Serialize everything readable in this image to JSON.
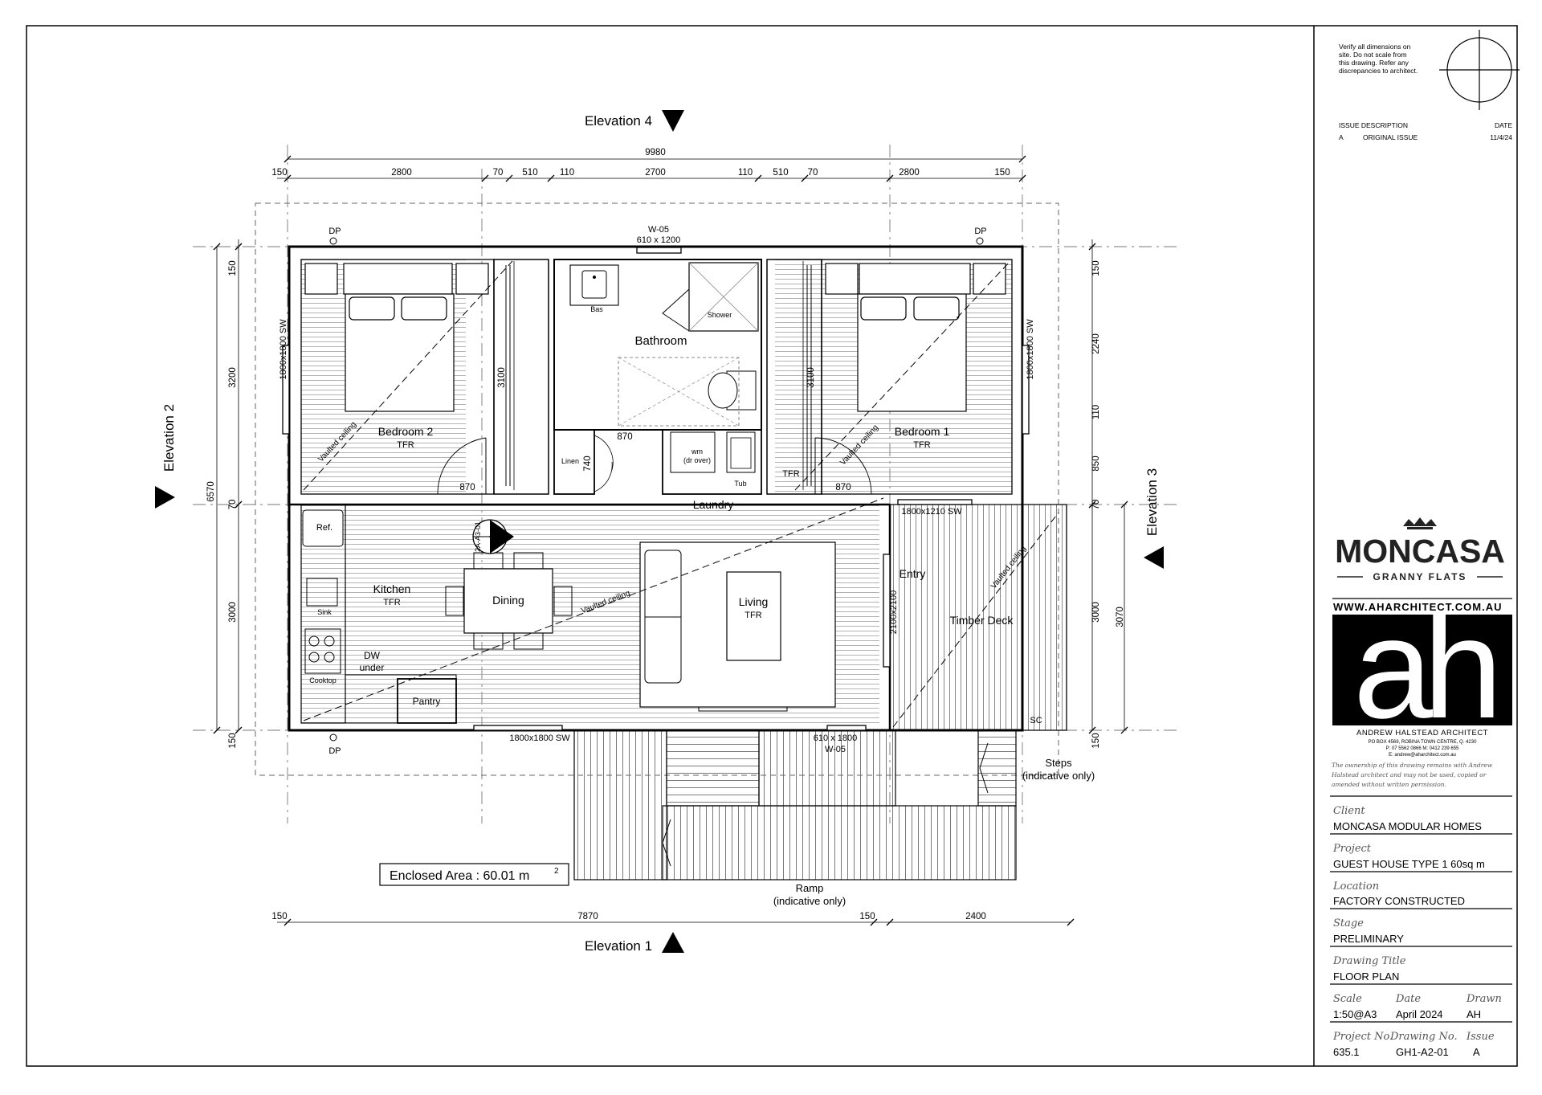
{
  "notes": {
    "verify": [
      "Verify all dimensions on",
      "site. Do not scale from",
      "this drawing. Refer any",
      "discrepancies to architect."
    ]
  },
  "issue": {
    "header_desc": "ISSUE DESCRIPTION",
    "header_date": "DATE",
    "rev": "A",
    "desc": "ORIGINAL ISSUE",
    "date": "11/4/24"
  },
  "brand": {
    "name": "MONCASA",
    "sub": "GRANNY FLATS",
    "web": "WWW.AHARCHITECT.COM.AU",
    "logo": "ah",
    "firm": "ANDREW HALSTEAD ARCHITECT",
    "address": "PO BOX 4569, ROBINA TOWN CENTRE, Q. 4230",
    "phone": "P: 07 5562 0866   M: 0412 239 655",
    "email": "E: andrew@aharchitect.com.au",
    "copyright": [
      "The ownership of this drawing remains with Andrew",
      "Halstead architect and may not be used, copied or",
      "amended without written permission."
    ]
  },
  "titleblock": {
    "client_label": "Client",
    "client": "MONCASA MODULAR HOMES",
    "project_label": "Project",
    "project": "GUEST HOUSE TYPE 1 60sq m",
    "location_label": "Location",
    "location": "FACTORY CONSTRUCTED",
    "stage_label": "Stage",
    "stage": "PRELIMINARY",
    "title_label": "Drawing Title",
    "title": "FLOOR PLAN",
    "scale_label": "Scale",
    "date_label": "Date",
    "drawn_label": "Drawn",
    "scale": "1:50@A3",
    "date": "April 2024",
    "drawn": "AH",
    "projno_label": "Project No.",
    "drawno_label": "Drawing No.",
    "issue_label": "Issue",
    "projno": "635.1",
    "drawno": "GH1-A2-01",
    "issue": "A"
  },
  "elevations": {
    "e1": "Elevation 1",
    "e2": "Elevation 2",
    "e3": "Elevation 3",
    "e4": "Elevation 4"
  },
  "rooms": {
    "bathroom": "Bathroom",
    "bas": "Bas",
    "shower": "Shower",
    "bedroom1": "Bedroom 1",
    "bedroom2": "Bedroom 2",
    "tfr": "TFR",
    "linen": "Linen",
    "wm": "wm",
    "dr_over": "(dr over)",
    "tub": "Tub",
    "laundry": "Laundry",
    "ref": "Ref.",
    "kitchen": "Kitchen",
    "sink": "Sink",
    "cooktop": "Cooktop",
    "dw": "DW",
    "under": "under",
    "pantry": "Pantry",
    "dining": "Dining",
    "living": "Living",
    "entry": "Entry",
    "deck": "Timber Deck",
    "sc": "SC",
    "steps": "Steps",
    "steps_note": "(indicative only)",
    "ramp": "Ramp",
    "ramp_note": "(indicative only)",
    "vaulted": "Vaulted ceiling",
    "dp": "DP",
    "section_ref": "2A-A3-01",
    "section_mark": "A"
  },
  "windows": {
    "w05_top": "W-05",
    "w05_top_size": "610 x 1200",
    "sw_left": "1800x1800 SW",
    "sw_right": "1800x1800 SW",
    "sw_deck": "1800x1210 SW",
    "sw_bottom": "1800x1800 SW",
    "w05_bottom_size": "610 x 1800",
    "w05_bottom": "W-05",
    "entry_door": "2100x2100"
  },
  "area": {
    "label": "Enclosed Area : 60.01 m",
    "sup": "2"
  },
  "dims": {
    "top_total": "9980",
    "top": [
      "150",
      "2800",
      "70",
      "510",
      "110",
      "2700",
      "110",
      "510",
      "70",
      "2800",
      "150"
    ],
    "bottom": [
      "150",
      "7870",
      "150",
      "2400"
    ],
    "left_total": "6570",
    "left": [
      "150",
      "3200",
      "70",
      "3000",
      "150"
    ],
    "left_inner": "3100",
    "right_inner": "3100",
    "door": "870",
    "linen_door": "740",
    "right": [
      "150",
      "2240",
      "110",
      "850",
      "70",
      "3000",
      "150"
    ],
    "deck_depth": "3070"
  }
}
